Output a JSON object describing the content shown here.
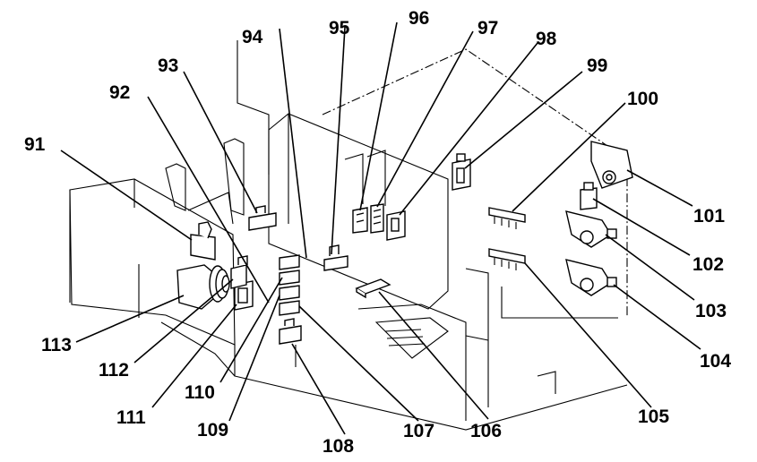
{
  "labels": {
    "n91": "91",
    "n92": "92",
    "n93": "93",
    "n94": "94",
    "n95": "95",
    "n96": "96",
    "n97": "97",
    "n98": "98",
    "n99": "99",
    "n100": "100",
    "n101": "101",
    "n102": "102",
    "n103": "103",
    "n104": "104",
    "n105": "105",
    "n106": "106",
    "n107": "107",
    "n108": "108",
    "n109": "109",
    "n110": "110",
    "n111": "111",
    "n112": "112",
    "n113": "113"
  }
}
